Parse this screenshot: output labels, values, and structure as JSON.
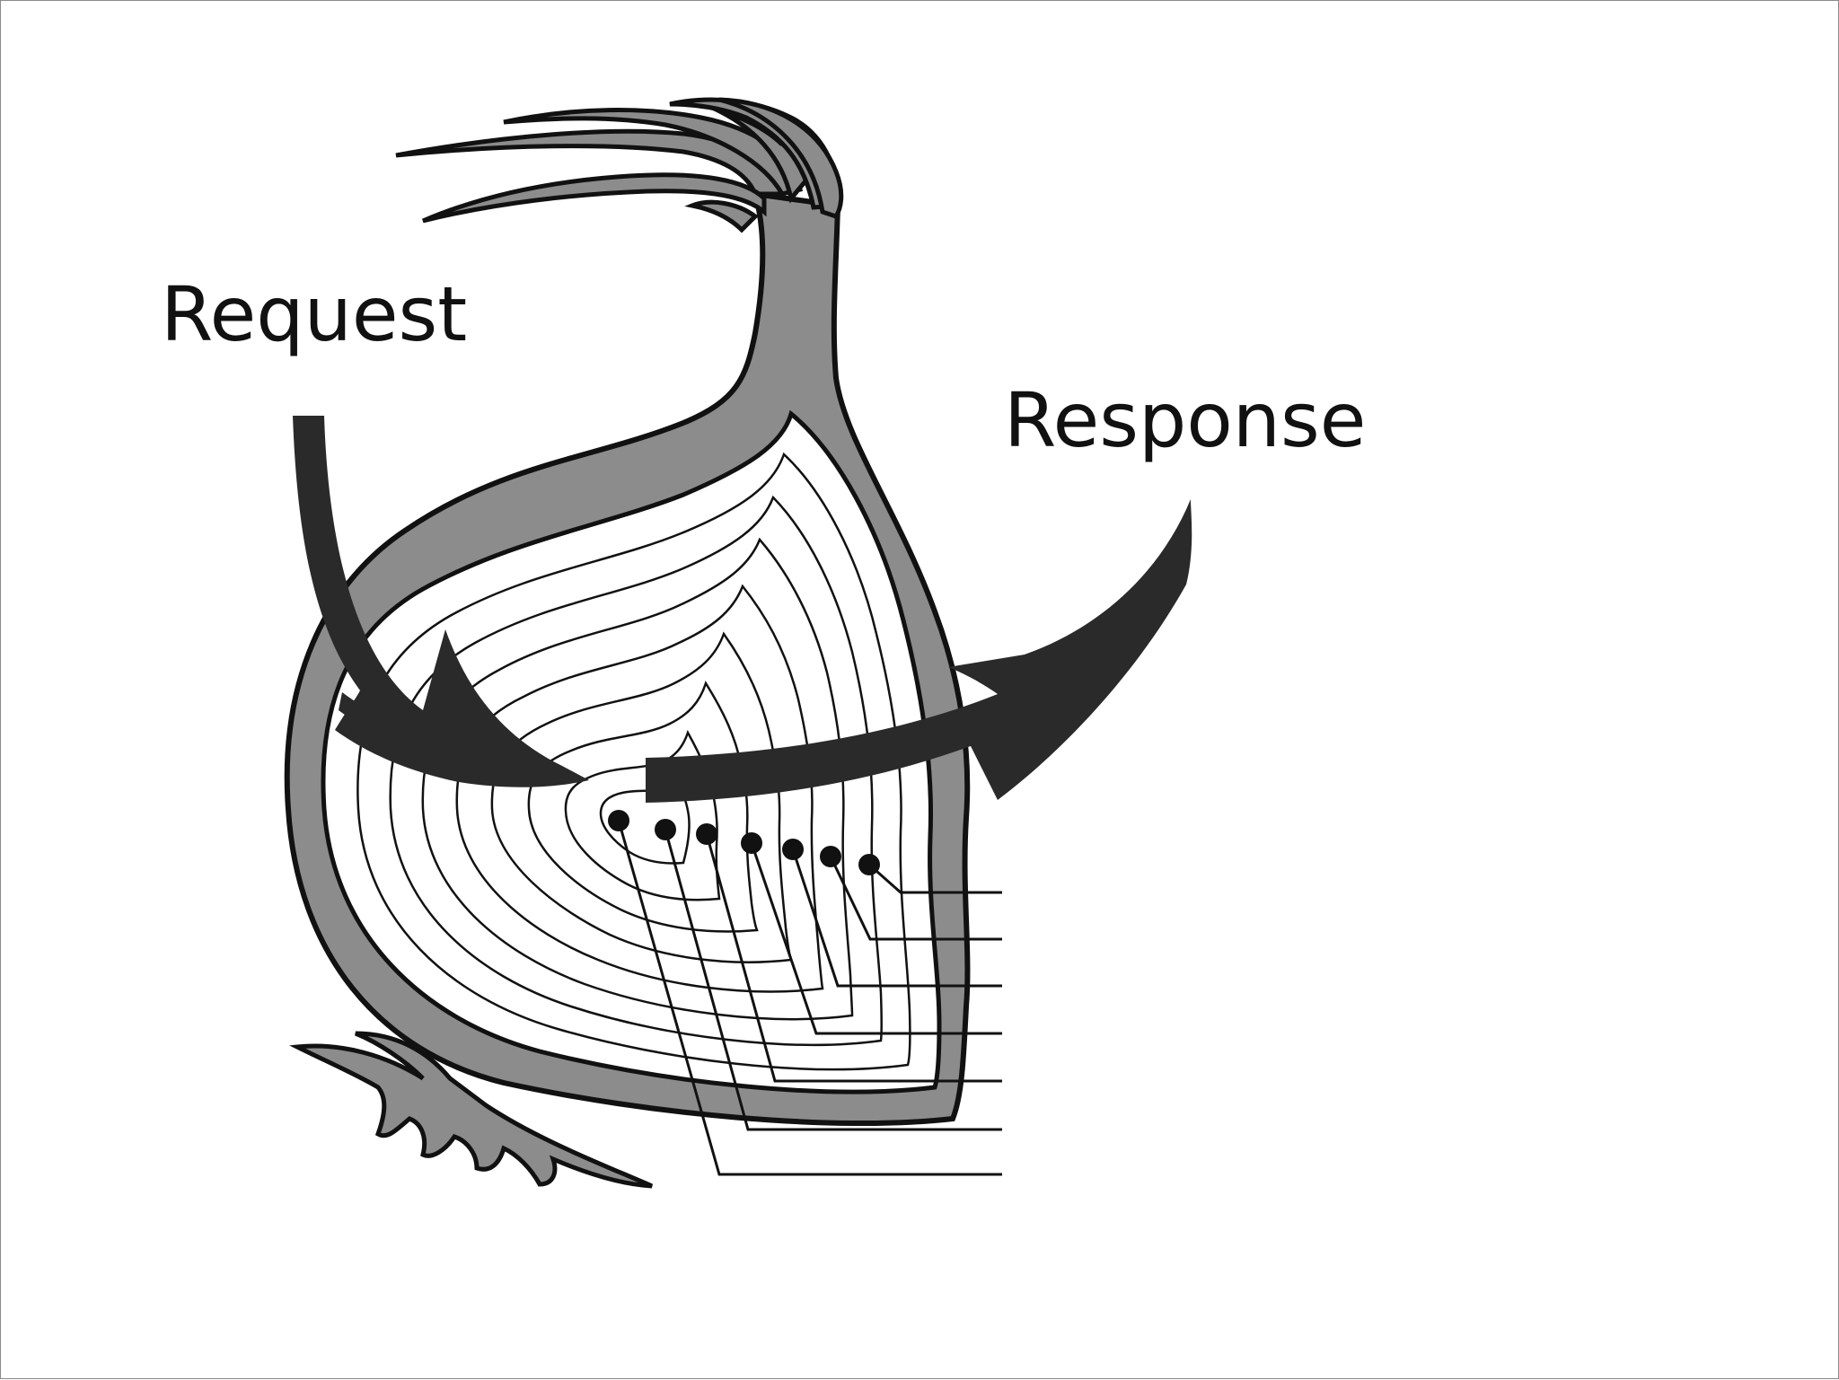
{
  "labels": {
    "request": "Request",
    "response": "Response"
  },
  "colors": {
    "skin": "#8c8c8c",
    "ink": "#111111",
    "arrow": "#2a2a2a",
    "background": "#ffffff"
  },
  "layer_callouts": 7
}
